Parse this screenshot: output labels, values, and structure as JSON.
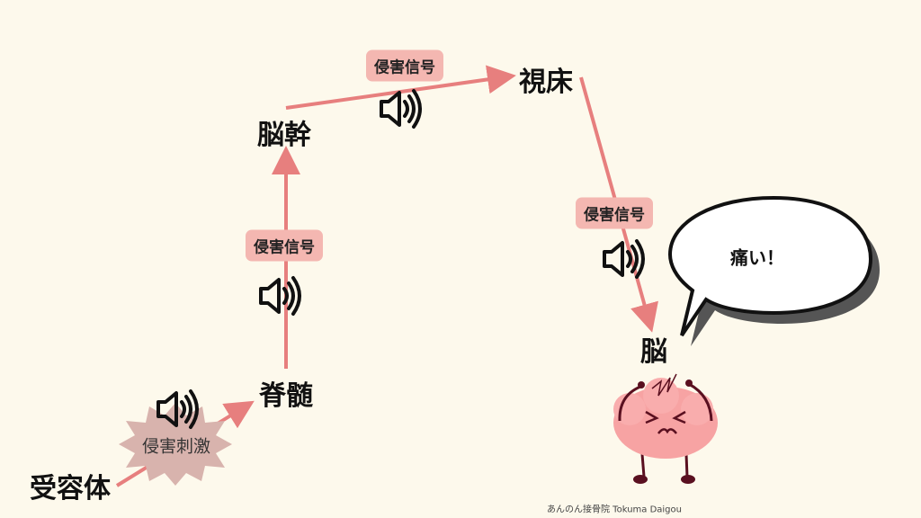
{
  "nodes": {
    "receptor": "受容体",
    "spinal_cord": "脊髄",
    "brainstem": "脳幹",
    "thalamus": "視床",
    "brain": "脳"
  },
  "stimulus_label": "侵害刺激",
  "signal_labels": [
    "侵害信号",
    "侵害信号",
    "侵害信号"
  ],
  "speech": "痛い！",
  "footer": "あんのん接骨院  Tokuma Daigou",
  "colors": {
    "background": "#fdf9ec",
    "arrow": "#e77f7e",
    "label_bg": "#f4b7b1",
    "burst": "#d8b3ad",
    "brain": "#f7a3a3"
  }
}
